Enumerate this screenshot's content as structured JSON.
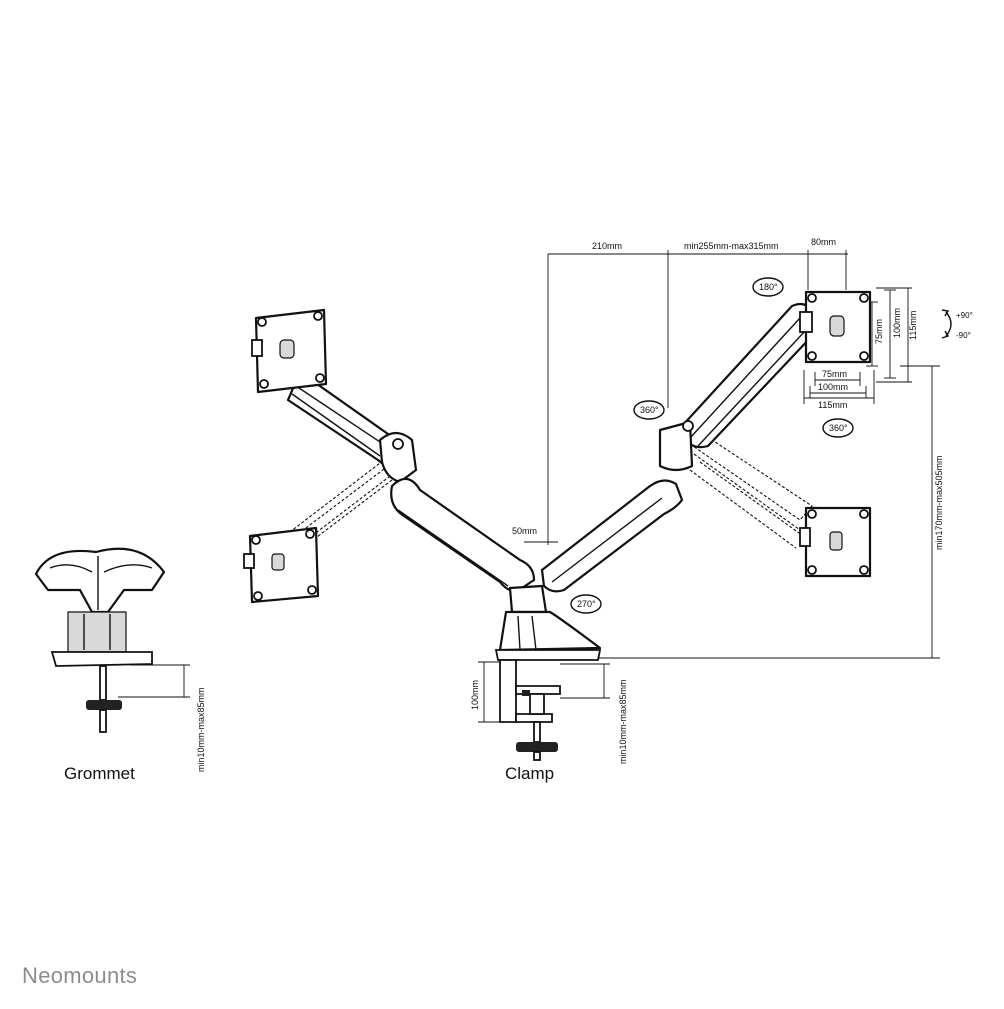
{
  "labels": {
    "grommet": "Grommet",
    "clamp": "Clamp",
    "brand": "Neomounts"
  },
  "dimensions": {
    "arm_210": "210mm",
    "arm_ext": "min255mm-max315mm",
    "vesa_80": "80mm",
    "vesa_75_v": "75mm",
    "vesa_100_v": "100mm",
    "vesa_115_v": "115mm",
    "vesa_75_h": "75mm",
    "vesa_100_h": "100mm",
    "vesa_115_h": "115mm",
    "tilt_up": "+90°",
    "tilt_down": "-90°",
    "height": "min170mm-max505mm",
    "offset_50": "50mm",
    "clamp_100": "100mm",
    "clamp_desk": "min10mm-max85mm",
    "grommet_desk": "min10mm-max85mm"
  },
  "rotations": {
    "rot_180": "180°",
    "rot_360_arm": "360°",
    "rot_360_vesa": "360°",
    "rot_270": "270°"
  }
}
